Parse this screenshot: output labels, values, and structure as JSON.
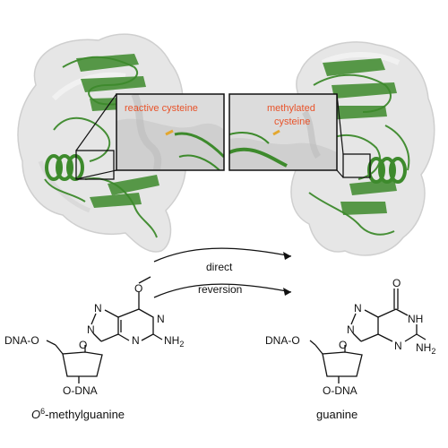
{
  "colors": {
    "protein_green": "#3d8a2c",
    "surface_gray": "#e6e6e6",
    "label_red": "#e8532a",
    "ink": "#111111"
  },
  "icons": [
    "protein-surface-left-icon",
    "protein-surface-right-icon",
    "reaction-arrow-icon"
  ],
  "zoom_left": {
    "label": "reactive cysteine"
  },
  "zoom_right": {
    "label_line1": "methylated",
    "label_line2": "cysteine"
  },
  "arrow": {
    "top_label": "direct",
    "bottom_label": "reversion"
  },
  "left_molecule": {
    "methoxy_o": "O",
    "ring_atoms": [
      "N",
      "N",
      "N",
      "N"
    ],
    "amine": "NH",
    "amine_sub": "2",
    "sugar_o": "O",
    "dna_5": "DNA-O",
    "dna_3": "O-DNA",
    "caption_sup": "6",
    "caption_o": "O",
    "caption_text": "-methylguanine"
  },
  "right_molecule": {
    "carbonyl_o": "O",
    "ring_atoms": [
      "N",
      "N",
      "N"
    ],
    "nh": "NH",
    "amine": "NH",
    "amine_sub": "2",
    "sugar_o": "O",
    "dna_5": "DNA-O",
    "dna_3": "O-DNA",
    "caption": "guanine"
  }
}
